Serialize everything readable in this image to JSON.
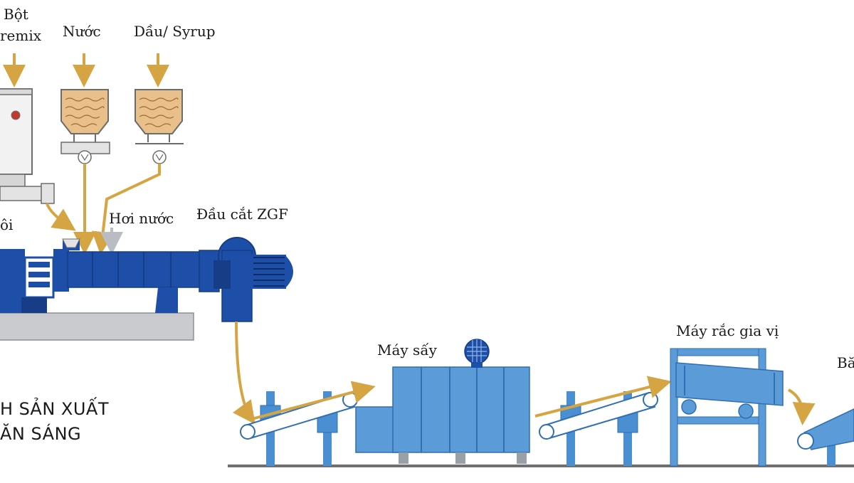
{
  "labels": {
    "premix_line1": "Bột",
    "premix_line2": "remix",
    "water": "Nước",
    "oil_syrup": "Dầu/ Syrup",
    "steam": "Hơi nước",
    "cutter": "Đầu cắt ZGF",
    "left_cut": "ôi",
    "dryer": "Máy sấy",
    "seasoner": "Máy rắc gia vị",
    "right_cut": "Bă"
  },
  "title": {
    "line1": "H SẢN XUẤT",
    "line2": "ĂN SÁNG"
  },
  "colors": {
    "machine_blue": "#1e4fa8",
    "machine_dark": "#163d86",
    "conveyor_blue": "#4a8fd1",
    "frame_blue": "#5b9bd8",
    "flow_gold": "#d4a542",
    "tank_fill": "#e9c08a",
    "base_gray": "#c9cbcf",
    "floor": "#6f6f6f"
  }
}
